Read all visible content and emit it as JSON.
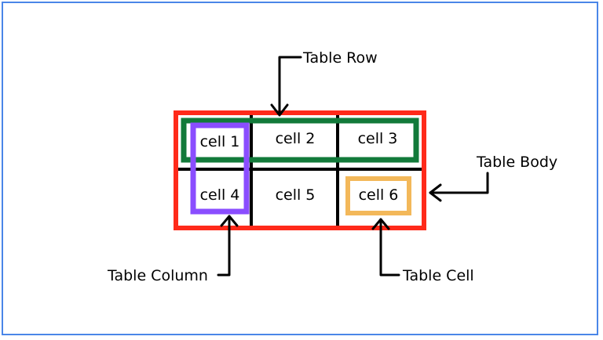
{
  "cells": [
    "cell 1",
    "cell 2",
    "cell 3",
    "cell 4",
    "cell 5",
    "cell 6"
  ],
  "labels": {
    "table_row": "Table Row",
    "table_body": "Table Body",
    "table_column": "Table Column",
    "table_cell": "Table Cell"
  },
  "colors": {
    "frame": "#4a86e8",
    "table_body": "#ff2a1a",
    "table_row": "#127a3a",
    "table_column": "#8a4dff",
    "table_cell": "#f3b85a",
    "grid": "#000000",
    "text": "#000000"
  }
}
